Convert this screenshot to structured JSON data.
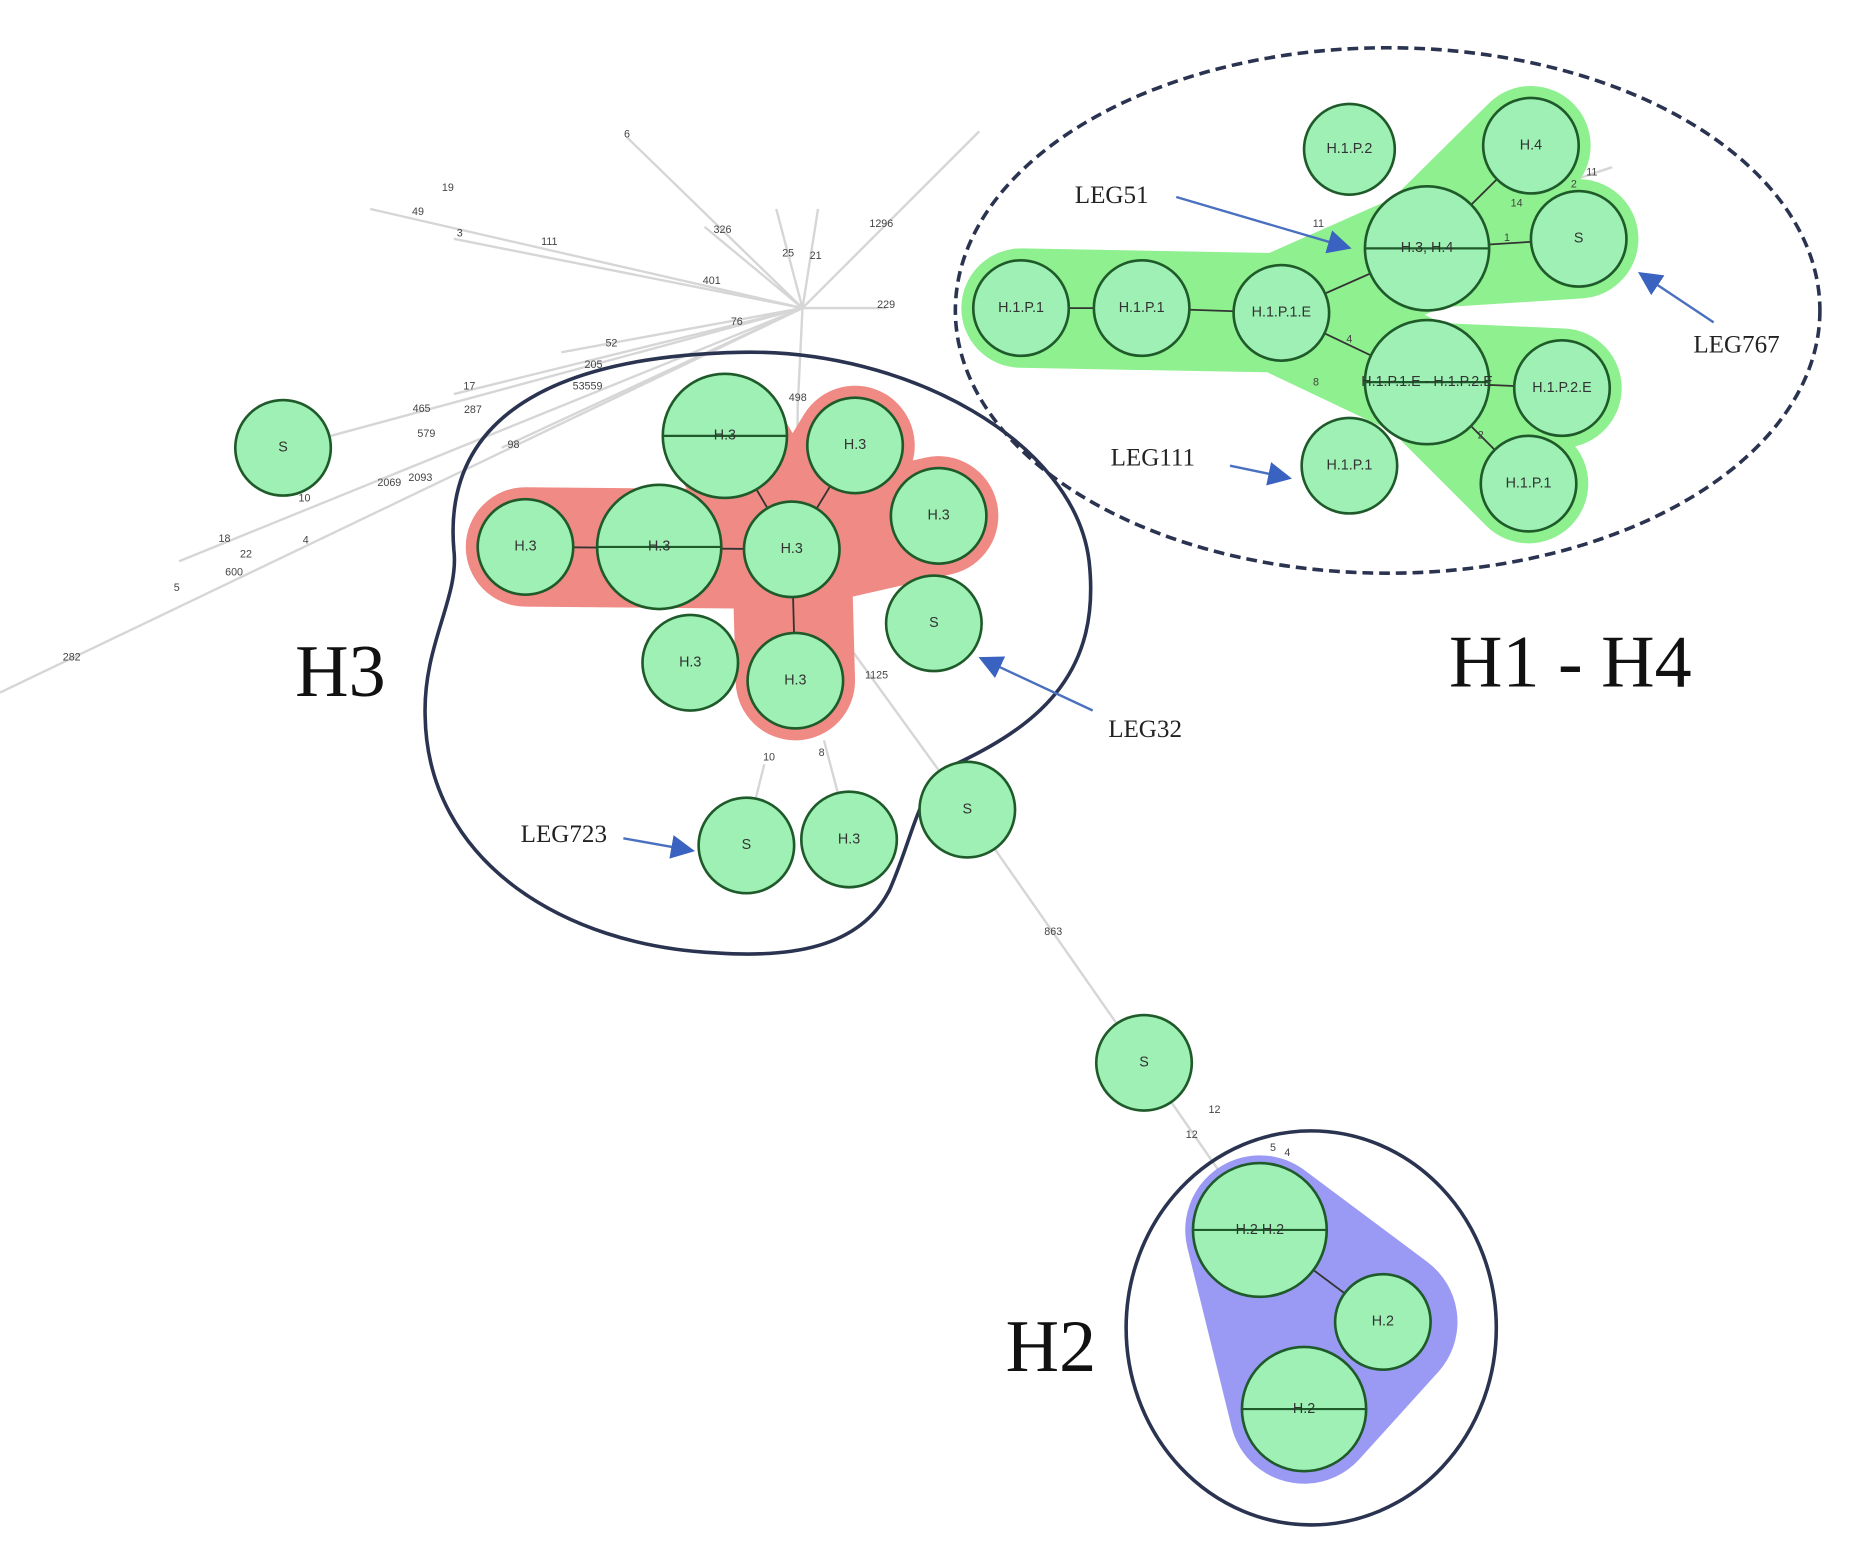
{
  "groups": {
    "h1h4": {
      "title": "H1 - H4",
      "hull_color": "#8ef08e"
    },
    "h3": {
      "title": "H3",
      "hull_color": "#f08a84"
    },
    "h2": {
      "title": "H2",
      "hull_color": "#9a9af5"
    }
  },
  "node_color": "#9ef0b4",
  "annotations": [
    "LEG51",
    "LEG111",
    "LEG767",
    "LEG32",
    "LEG723"
  ],
  "nodes": [
    {
      "label": "H.1.P.2",
      "group": "h1h4"
    },
    {
      "label": "H.4",
      "group": "h1h4"
    },
    {
      "label": "H.3, H.4",
      "group": "h1h4"
    },
    {
      "label": "S",
      "group": "h1h4"
    },
    {
      "label": "H.1.P.1",
      "group": "h1h4"
    },
    {
      "label": "H.1.P.1",
      "group": "h1h4"
    },
    {
      "label": "H.1.P.1.E",
      "group": "h1h4"
    },
    {
      "label": "H.1.P.1.E - H.1.P.2.E",
      "group": "h1h4"
    },
    {
      "label": "H.1.P.2.E",
      "group": "h1h4"
    },
    {
      "label": "H.1.P.1",
      "group": "h1h4"
    },
    {
      "label": "H.1.P.1",
      "group": "h1h4"
    },
    {
      "label": "H.3",
      "group": "h3"
    },
    {
      "label": "H.3",
      "group": "h3"
    },
    {
      "label": "H.3",
      "group": "h3"
    },
    {
      "label": "H.3",
      "group": "h3"
    },
    {
      "label": "H.3",
      "group": "h3"
    },
    {
      "label": "H.3",
      "group": "h3"
    },
    {
      "label": "H.3",
      "group": "h3"
    },
    {
      "label": "H.3",
      "group": "h3"
    },
    {
      "label": "S",
      "group": "h3"
    },
    {
      "label": "S",
      "group": "h3"
    },
    {
      "label": "H.3",
      "group": "h3"
    },
    {
      "label": "S",
      "group": ""
    },
    {
      "label": "S",
      "group": ""
    },
    {
      "label": "S",
      "group": ""
    },
    {
      "label": "H.2 H.2",
      "group": "h2"
    },
    {
      "label": "H.2",
      "group": "h2"
    },
    {
      "label": "H.2",
      "group": "h2"
    }
  ],
  "edge_labels": [
    "6",
    "19",
    "49",
    "3",
    "111",
    "326",
    "25",
    "21",
    "1296",
    "401",
    "229",
    "76",
    "52",
    "205",
    "53559",
    "17",
    "465",
    "287",
    "579",
    "98",
    "2069",
    "2093",
    "10",
    "18",
    "22",
    "600",
    "5",
    "4",
    "282",
    "498",
    "1125",
    "10",
    "8",
    "863",
    "12",
    "12",
    "5",
    "4",
    "11",
    "14",
    "1",
    "4",
    "8",
    "2",
    "11",
    "2"
  ]
}
